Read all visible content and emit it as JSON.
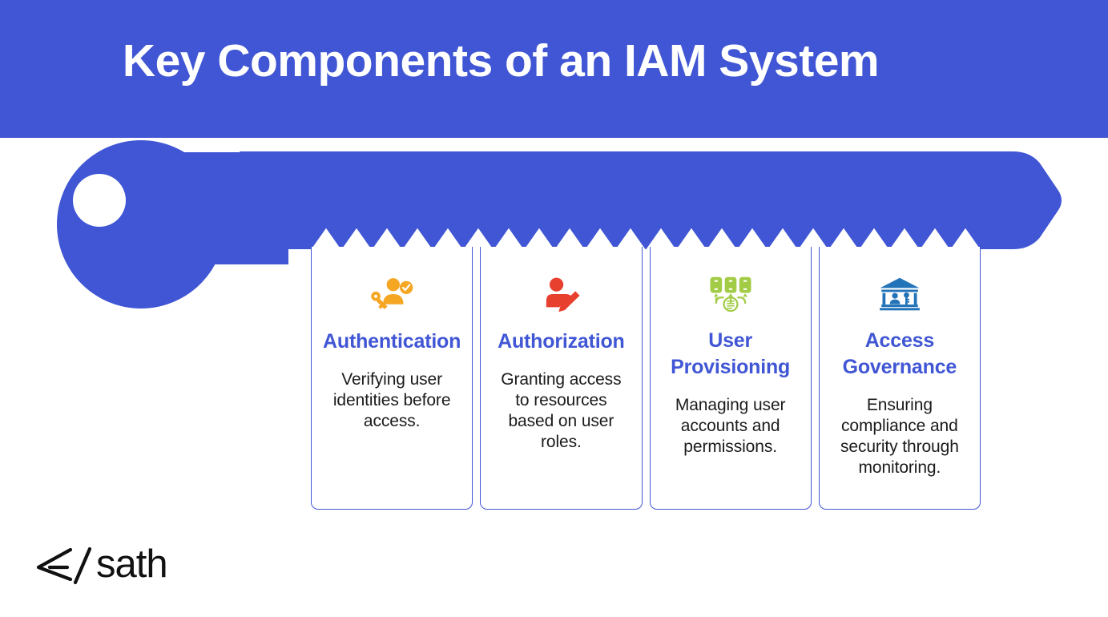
{
  "theme": {
    "brand_blue": "#4056D4",
    "background": "#FFFFFF",
    "title_color": "#FFFFFF",
    "body_text_color": "#1B1B1B"
  },
  "header": {
    "title": "Key Components of an IAM System"
  },
  "key_graphic": {
    "name": "key-shape",
    "color": "#4056D4",
    "description": "Large horizontal key: round bow on the left with a white circular hole, a long shaft to the right ending in an arrow point, and zigzag teeth along the lower edge"
  },
  "cards": [
    {
      "icon": "user-key-check-icon",
      "icon_color": "#F5A623",
      "title": "Authentication",
      "description": "Verifying user identities before access."
    },
    {
      "icon": "user-pencil-icon",
      "icon_color": "#E8402F",
      "title": "Authorization",
      "description": "Granting access to resources based on user roles."
    },
    {
      "icon": "user-provisioning-servers-icon",
      "icon_color": "#A3CC46",
      "title": "User Provisioning",
      "description": "Managing user accounts and permissions."
    },
    {
      "icon": "governance-bank-icon",
      "icon_color": "#2273B8",
      "title": "Access Governance",
      "description": "Ensuring compliance and security through monitoring."
    }
  ],
  "logo": {
    "mark": "code-slash-mark",
    "text": "sath"
  }
}
